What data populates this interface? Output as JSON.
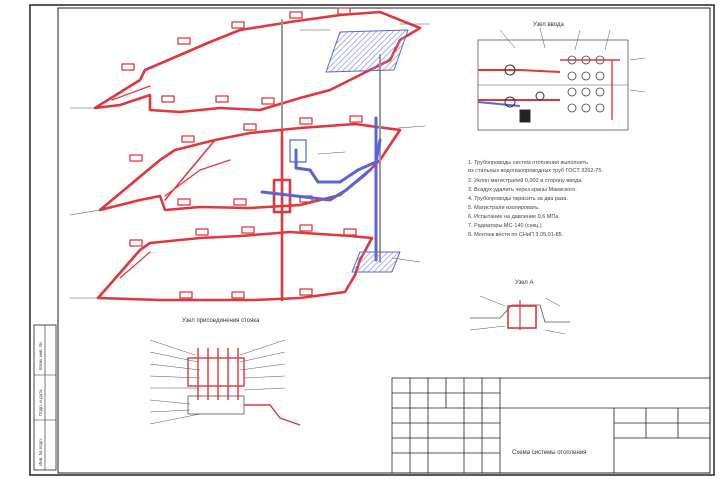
{
  "colors": {
    "frame": "#222222",
    "supply_pipe": "#e0363c",
    "return_pipe": "#5a64d8",
    "hatch": "#8a90e8",
    "line": "#555555",
    "paper": "#ffffff"
  },
  "detail_block": {
    "label": "Узел ввода"
  },
  "section_label": "Узел А",
  "riser_detail": {
    "label": "Узел присоединения стояка"
  },
  "notes": [
    "1. Трубопроводы систем отопления выполнить",
    "из стальных водогазопроводных труб ГОСТ 3262-75.",
    "2. Уклон магистралей 0,002 в сторону ввода.",
    "3. Воздух удалить через краны Маевского.",
    "4. Трубопроводы окрасить за два раза.",
    "5. Магистрали изолировать.",
    "6. Испытание на давление 0,6 МПа.",
    "7. Радиаторы МС-140 (секц.).",
    "8. Монтаж вести по СНиП 3.05.01-85."
  ],
  "title_block": {
    "title": "Схема системы отопления"
  },
  "side_stamp": [
    "Инв. № подл.",
    "Подп. и дата",
    "Взам. инв. №"
  ]
}
